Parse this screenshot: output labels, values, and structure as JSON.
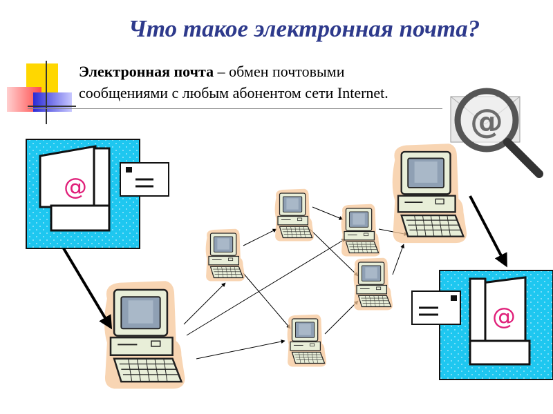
{
  "slide": {
    "title": "Что такое электронная почта?",
    "definition_term": "Электронная почта",
    "definition_text_line1": " – обмен почтовыми",
    "definition_text_line2": "сообщениями с любым абонентом сети Internet."
  },
  "colors": {
    "title": "#2e3a8c",
    "accent_yellow": "#ffd700",
    "accent_red": "#ff4a4a",
    "accent_blue": "#2b2bd6",
    "panel_cyan": "#1ec7f0",
    "computer_body": "#e8eed8",
    "computer_screen": "#8fa0b4",
    "glow": "#f5c79a"
  },
  "icons": {
    "magnifier": "magnifier-at-icon",
    "at_symbol": "@"
  },
  "network": {
    "sender": "computer-with-email-sender",
    "receiver": "computer-with-email-receiver"
  }
}
